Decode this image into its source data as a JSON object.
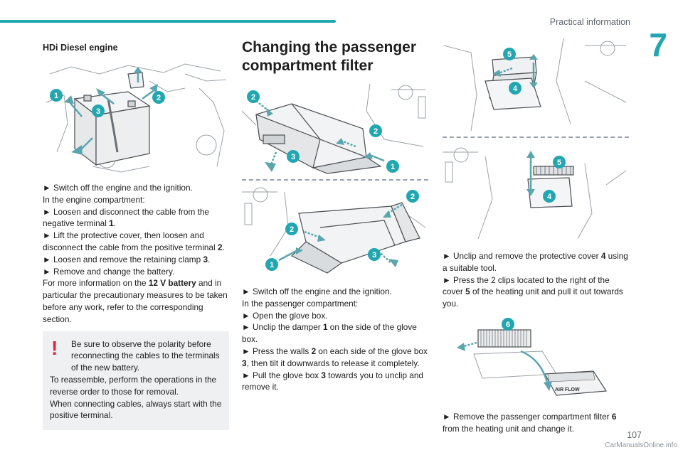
{
  "header": {
    "section": "Practical information",
    "chapter": "7"
  },
  "col1": {
    "title": "HDi Diesel engine",
    "fig_labels": [
      "1",
      "3",
      "2"
    ],
    "lines": [
      "► Switch off the engine and the ignition.",
      "In the engine compartment:",
      "► Loosen and disconnect the cable from the negative terminal ",
      "► Lift the protective cover, then loosen and disconnect the cable from the positive terminal ",
      "► Loosen and remove the retaining clamp ",
      "► Remove and change the battery.",
      "For more information on the ",
      "12 V battery",
      "and in particular the precautionary measures to be taken before any work, refer to the corresponding section."
    ],
    "nums": [
      "1",
      "2",
      "3"
    ],
    "warning": {
      "line1": "Be sure to observe the polarity before reconnecting the cables to the terminals of the new battery.",
      "line2": "To reassemble, perform the operations in the reverse order to those for removal.",
      "line3": "When connecting cables, always start with the positive terminal."
    }
  },
  "col2": {
    "title": "Changing the passenger compartment filter",
    "fig1_labels": [
      "2",
      "2",
      "3",
      "1"
    ],
    "fig2_labels": [
      "2",
      "2",
      "3",
      "1"
    ],
    "lines": [
      "► Switch off the engine and the ignition.",
      "In the passenger compartment:",
      "► Open the glove box.",
      "► Unclip the damper ",
      " on the side of the glove box.",
      "► Press the walls ",
      " on each side of the glove box ",
      ", then tilt it downwards to release it completely.",
      "► Pull the glove box ",
      " towards you to unclip and remove it."
    ],
    "nums": [
      "1",
      "2",
      "3",
      "3"
    ]
  },
  "col3": {
    "fig1_labels": [
      "5",
      "4"
    ],
    "fig2_labels": [
      "5",
      "4"
    ],
    "fig3_labels": [
      "6"
    ],
    "filter_text": "AIR FLOW",
    "lines": [
      "► Unclip and remove the protective cover ",
      "using a suitable tool.",
      "► Press the 2 clips located to the right of the cover ",
      " of the heating unit and pull it out towards you.",
      "► Remove the passenger compartment filter ",
      "from the heating unit and change it."
    ],
    "nums": [
      "4",
      "5",
      "6"
    ]
  },
  "footer": {
    "page": "107",
    "watermark": "CarManualsOnline.info"
  }
}
